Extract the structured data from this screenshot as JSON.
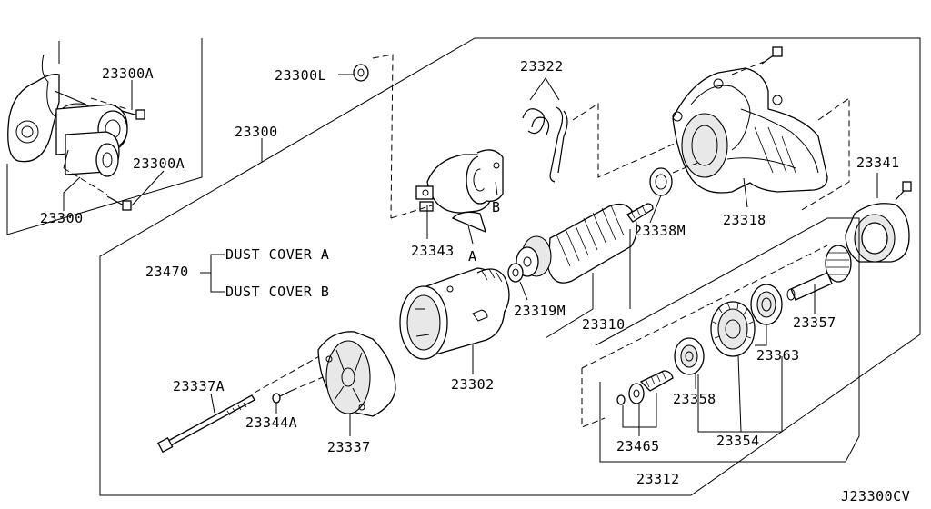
{
  "diagram_code": "J23300CV",
  "inset": {
    "labels": {
      "bolt_top": "23300A",
      "bolt_right": "23300A",
      "assembly": "23300"
    }
  },
  "main": {
    "assembly_label": "23300",
    "labels": {
      "nut": "23300L",
      "clip": "23322",
      "gear_case": "23318",
      "cover_ring": "23341",
      "solenoid": "23343",
      "tag_a": "A",
      "tag_b": "B",
      "bearing_m": "23338M",
      "dust_cover_parent": "23470",
      "dust_cover_a": "DUST COVER  A",
      "dust_cover_b": "DUST COVER  B",
      "bearing_319m": "23319M",
      "armature": "23310",
      "pinion_shaft": "23357",
      "pinion_bearing": "23363",
      "yoke": "23302",
      "through_bolt": "23337A",
      "screw": "23344A",
      "rear_cover": "23337",
      "pinion_small": "23358",
      "clutch_gear": "23354",
      "spring_set": "23465",
      "gear_set": "23312"
    }
  }
}
